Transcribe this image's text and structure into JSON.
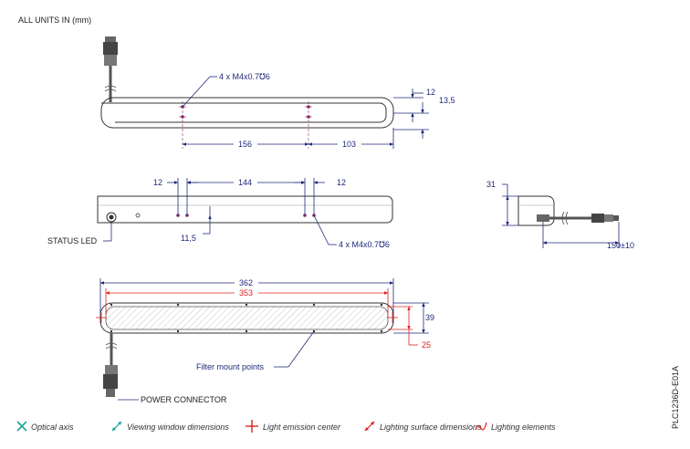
{
  "header": {
    "units_note": "ALL UNITS IN (mm)"
  },
  "top_view": {
    "hole_callout": "4 x M4x0.7℧6",
    "dim_12": "12",
    "dim_13_5": "13,5",
    "dim_156": "156",
    "dim_103": "103"
  },
  "side_view": {
    "dim_12_left": "12",
    "dim_144": "144",
    "dim_12_right": "12",
    "dim_11_5": "11,5",
    "status_led": "STATUS LED",
    "hole_callout": "4 x M4x0.7℧6"
  },
  "end_view": {
    "dim_31": "31",
    "dim_150": "150±10"
  },
  "bottom_view": {
    "dim_362": "362",
    "dim_353": "353",
    "dim_39": "39",
    "dim_25": "25",
    "filter_mount": "Filter mount points",
    "power_connector": "POWER CONNECTOR"
  },
  "part_number": "PLC1236D-E01A",
  "legend": [
    {
      "icon": "optical-axis-icon",
      "label": "Optical axis",
      "color": "#1aa39a"
    },
    {
      "icon": "viewing-window-icon",
      "label": "Viewing window dimensions",
      "color": "#1aa39a"
    },
    {
      "icon": "light-emission-center-icon",
      "label": "Light emission center",
      "color": "#e02020"
    },
    {
      "icon": "lighting-surface-icon",
      "label": "Lighting surface dimensions",
      "color": "#e02020"
    },
    {
      "icon": "lighting-elements-icon",
      "label": "Lighting elements",
      "color": "#e02020"
    }
  ]
}
